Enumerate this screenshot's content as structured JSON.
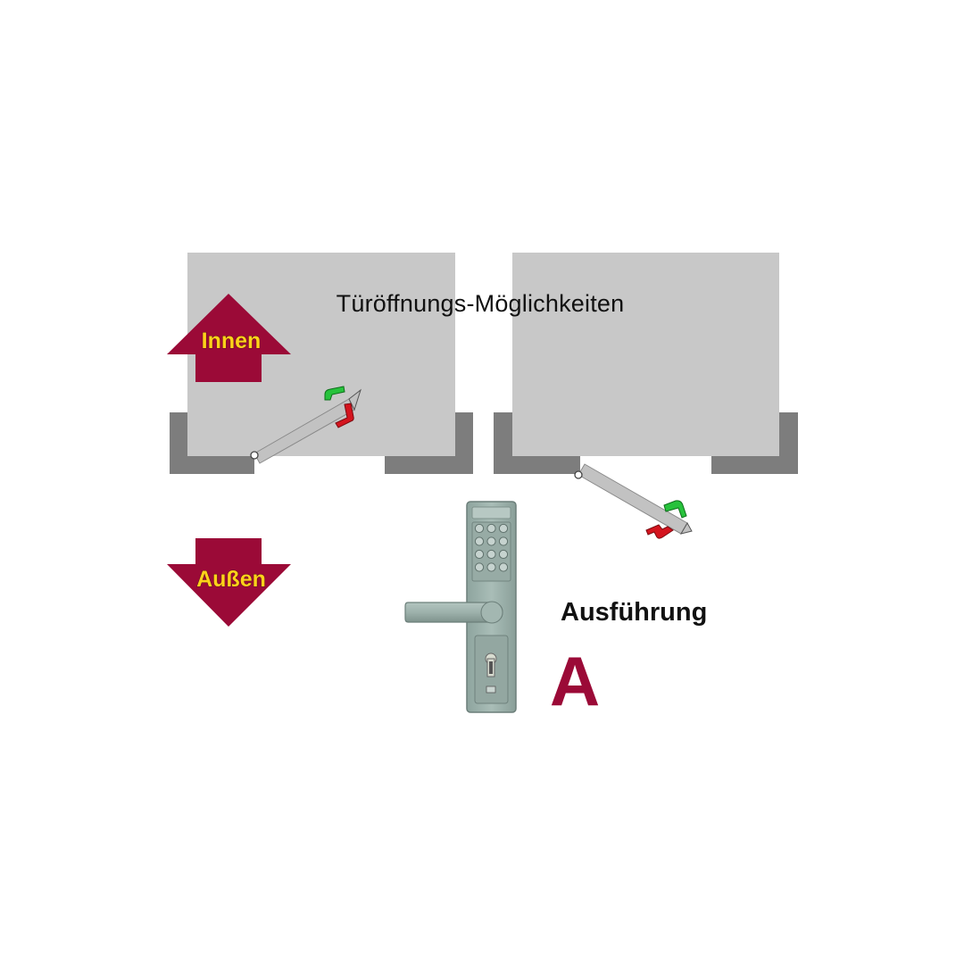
{
  "title": "Türöffnungs-Möglichkeiten",
  "direction_inside": {
    "label": "Innen",
    "icon": "arrow-up-icon"
  },
  "direction_outside": {
    "label": "Außen",
    "icon": "arrow-down-icon"
  },
  "variant": {
    "label": "Ausführung",
    "letter": "A"
  },
  "colors": {
    "door_panel": "#c8c8c8",
    "wall": "#7d7d7d",
    "arrow": "#9b0a37",
    "arrow_text": "#ffd21a",
    "handle_green": "#27c23c",
    "handle_red": "#d4141e",
    "lock_body": "#9fb3ad",
    "variant_letter": "#9b0a37"
  },
  "keypad": {
    "rows": 4,
    "columns": 3
  }
}
